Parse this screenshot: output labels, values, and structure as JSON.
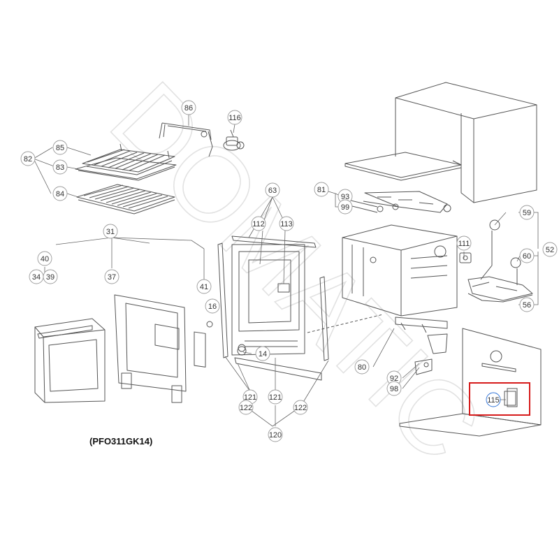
{
  "watermark": "DOMATIC",
  "model_label": "(PFO311GK14)",
  "highlight_color": "#d61a1a",
  "callout_circle_color": "#9a9a9a",
  "leader_color": "#666666",
  "part_stroke_color": "#555555",
  "callouts": [
    {
      "id": "c86",
      "label": "86"
    },
    {
      "id": "c116",
      "label": "116"
    },
    {
      "id": "c85",
      "label": "85"
    },
    {
      "id": "c82",
      "label": "82"
    },
    {
      "id": "c83",
      "label": "83"
    },
    {
      "id": "c84",
      "label": "84"
    },
    {
      "id": "c63",
      "label": "63"
    },
    {
      "id": "c81",
      "label": "81"
    },
    {
      "id": "c93",
      "label": "93"
    },
    {
      "id": "c99",
      "label": "99"
    },
    {
      "id": "c31",
      "label": "31"
    },
    {
      "id": "c112",
      "label": "112"
    },
    {
      "id": "c113",
      "label": "113"
    },
    {
      "id": "c59",
      "label": "59"
    },
    {
      "id": "c52",
      "label": "52"
    },
    {
      "id": "c40",
      "label": "40"
    },
    {
      "id": "c111",
      "label": "111"
    },
    {
      "id": "c60",
      "label": "60"
    },
    {
      "id": "c34",
      "label": "34"
    },
    {
      "id": "c39",
      "label": "39"
    },
    {
      "id": "c37",
      "label": "37"
    },
    {
      "id": "c41",
      "label": "41"
    },
    {
      "id": "c16",
      "label": "16"
    },
    {
      "id": "c56",
      "label": "56"
    },
    {
      "id": "c14",
      "label": "14"
    },
    {
      "id": "c80",
      "label": "80"
    },
    {
      "id": "c92",
      "label": "92"
    },
    {
      "id": "c98",
      "label": "98"
    },
    {
      "id": "c115",
      "label": "115"
    },
    {
      "id": "c121a",
      "label": "121"
    },
    {
      "id": "c121b",
      "label": "121"
    },
    {
      "id": "c122a",
      "label": "122"
    },
    {
      "id": "c122b",
      "label": "122"
    },
    {
      "id": "c120",
      "label": "120"
    }
  ]
}
